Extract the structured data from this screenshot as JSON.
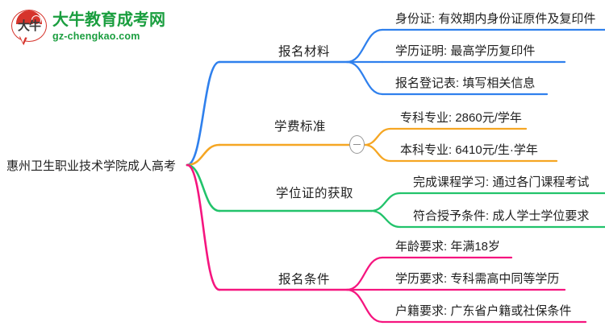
{
  "logo": {
    "mark_text": "大牛",
    "title": "大牛教育成考网",
    "subtitle": "gz-chengkao.com",
    "brand_green": "#1a9e3f",
    "brand_red": "#d6342c"
  },
  "mindmap": {
    "root": {
      "label": "惠州卫生职业技术学院成人高考"
    },
    "branches": [
      {
        "label": "报名材料",
        "color": "#2f80ed",
        "collapse_control": null,
        "children": [
          {
            "label": "身份证: 有效期内身份证原件及复印件"
          },
          {
            "label": "学历证明: 最高学历复印件"
          },
          {
            "label": "报名登记表: 填写相关信息"
          }
        ]
      },
      {
        "label": "学费标准",
        "color": "#f5a623",
        "collapse_control": "minus",
        "children": [
          {
            "label": "专科专业: 2860元/学年"
          },
          {
            "label": "本科专业: 6410元/生·学年"
          }
        ]
      },
      {
        "label": "学位证的获取",
        "color": "#22c36b",
        "collapse_control": null,
        "children": [
          {
            "label": "完成课程学习: 通过各门课程考试"
          },
          {
            "label": "符合授予条件: 成人学士学位要求"
          }
        ]
      },
      {
        "label": "报名条件",
        "color": "#f5157f",
        "collapse_control": null,
        "children": [
          {
            "label": "年龄要求: 年满18岁"
          },
          {
            "label": "学历要求: 专科需高中同等学历"
          },
          {
            "label": "户籍要求: 广东省户籍或社保条件"
          }
        ]
      }
    ]
  }
}
